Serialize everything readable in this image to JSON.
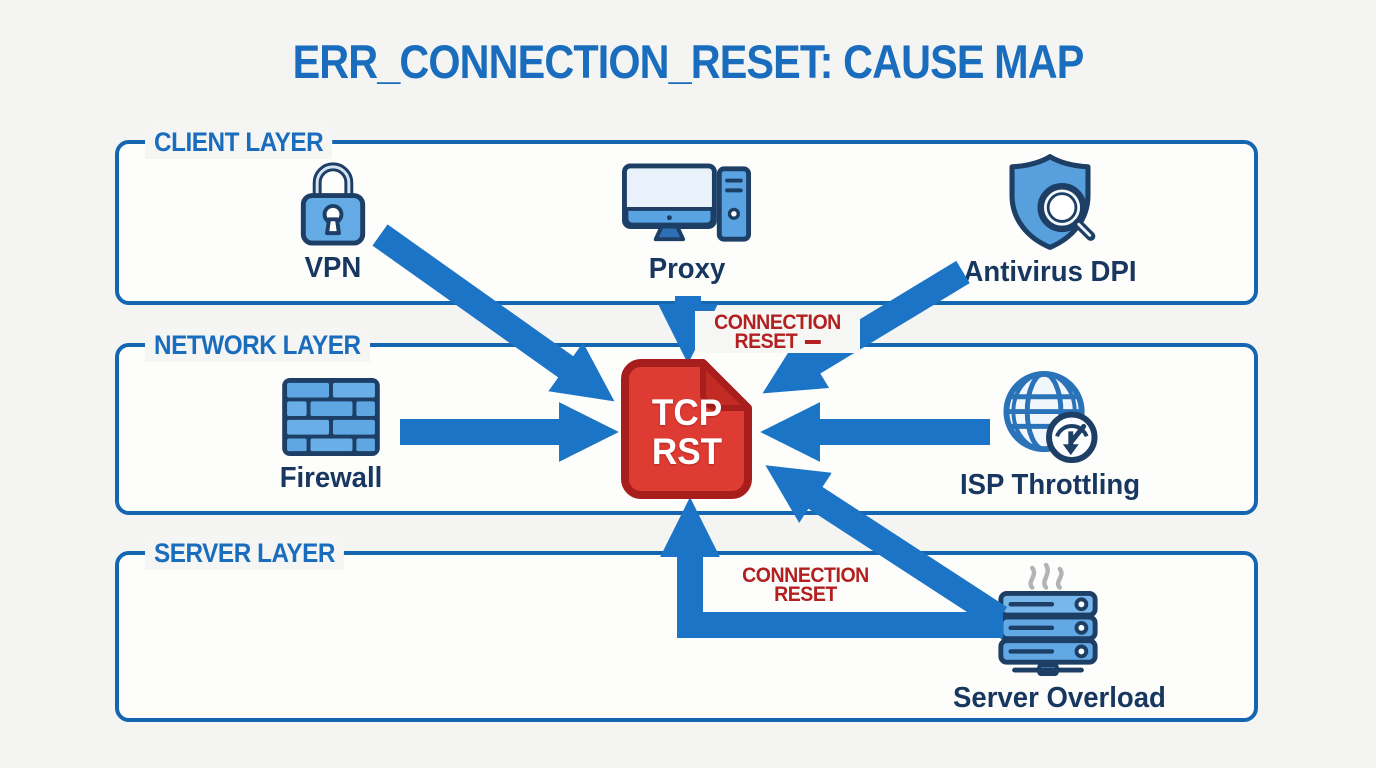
{
  "title": "ERR_CONNECTION_RESET: CAUSE MAP",
  "layers": [
    {
      "label": "CLIENT LAYER",
      "items": [
        {
          "label": "VPN",
          "icon": "padlock-icon"
        },
        {
          "label": "Proxy",
          "icon": "desktop-computer-icon"
        },
        {
          "label": "Antivirus DPI",
          "icon": "shield-magnifier-icon"
        }
      ]
    },
    {
      "label": "NETWORK LAYER",
      "items": [
        {
          "label": "Firewall",
          "icon": "brick-wall-icon"
        },
        {
          "label": "ISP Throttling",
          "icon": "globe-speed-gauge-icon"
        }
      ]
    },
    {
      "label": "SERVER LAYER",
      "items": [
        {
          "label": "Server Overload",
          "icon": "server-rack-icon"
        }
      ]
    }
  ],
  "center_node": {
    "line1": "TCP",
    "line2": "RST",
    "icon": "tcp-rst-document-icon"
  },
  "annotations": {
    "reset_label_top": {
      "line1": "CONNECTION",
      "line2": "RESET"
    },
    "reset_label_bottom": {
      "line1": "CONNECTION",
      "line2": "RESET"
    }
  },
  "edges": [
    {
      "from": "VPN",
      "to": "TCP RST",
      "shape": "diagonal"
    },
    {
      "from": "Proxy",
      "to": "TCP RST",
      "shape": "straight-down"
    },
    {
      "from": "Antivirus DPI",
      "to": "TCP RST",
      "shape": "diagonal"
    },
    {
      "from": "Firewall",
      "to": "TCP RST",
      "shape": "straight-right"
    },
    {
      "from": "ISP Throttling",
      "to": "TCP RST",
      "shape": "straight-left"
    },
    {
      "from": "Server Overload",
      "to": "TCP RST",
      "shape": "elbow-up"
    },
    {
      "from": "Server Overload",
      "to": "TCP RST",
      "shape": "diagonal-up"
    }
  ],
  "colors": {
    "accent_blue": "#1b74c6",
    "box_border_blue": "#1566b1",
    "heading_blue": "#1a6dbd",
    "dark_navy": "#17375f",
    "alert_red": "#b32020",
    "document_red": "#de3b33",
    "background": "#f4f4f3"
  }
}
